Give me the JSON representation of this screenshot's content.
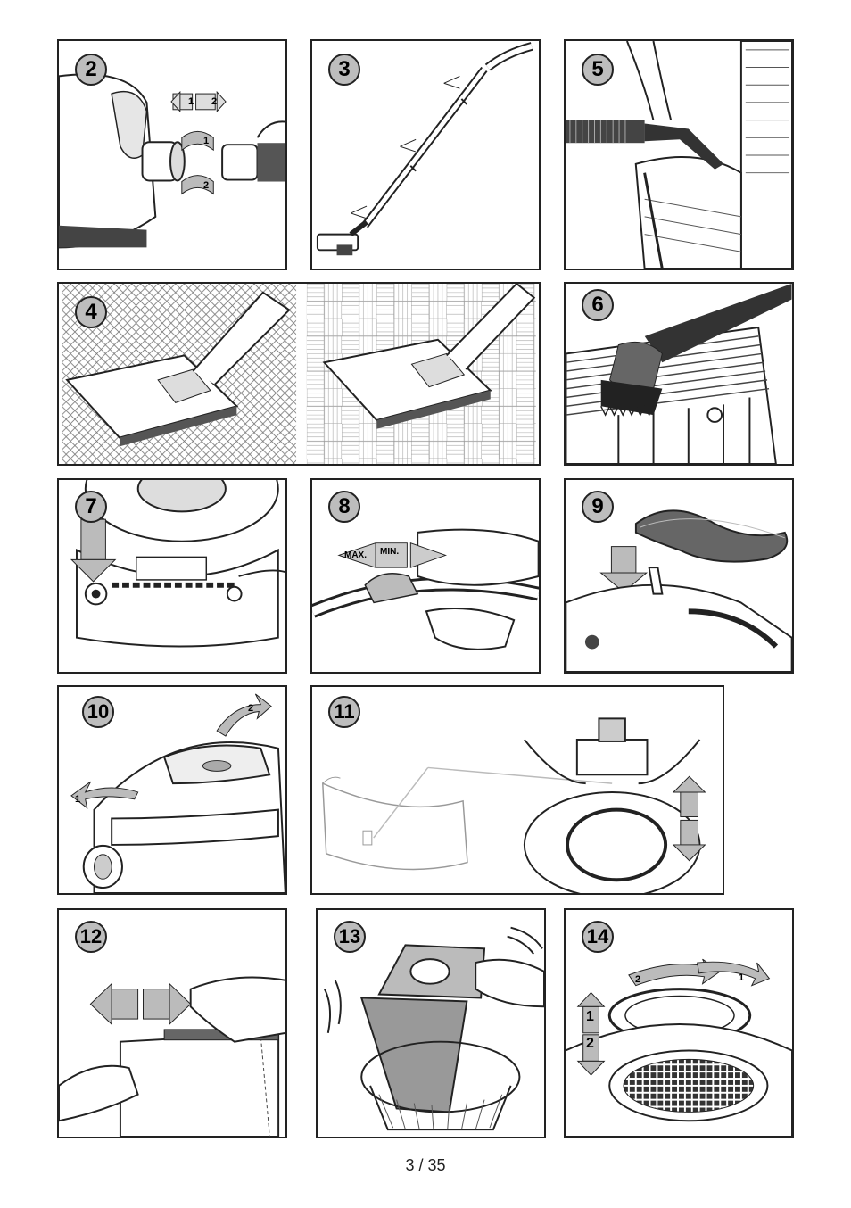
{
  "panels": {
    "p2": {
      "num": "2",
      "arrow_1": "1",
      "arrow_2": "2",
      "rot_1": "1",
      "rot_2": "2"
    },
    "p3": {
      "num": "3"
    },
    "p5": {
      "num": "5"
    },
    "p4": {
      "num": "4"
    },
    "p6": {
      "num": "6"
    },
    "p7": {
      "num": "7"
    },
    "p8": {
      "num": "8",
      "max_label": "MAX.",
      "min_label": "MIN."
    },
    "p9": {
      "num": "9"
    },
    "p10": {
      "num": "10",
      "step_1": "1",
      "step_2": "2"
    },
    "p11": {
      "num": "11"
    },
    "p12": {
      "num": "12"
    },
    "p13": {
      "num": "13"
    },
    "p14": {
      "num": "14",
      "rot_2": "2",
      "rot_1": "1",
      "lift_1": "1",
      "lift_2": "2"
    }
  },
  "footer": {
    "page": "3 / 35"
  }
}
